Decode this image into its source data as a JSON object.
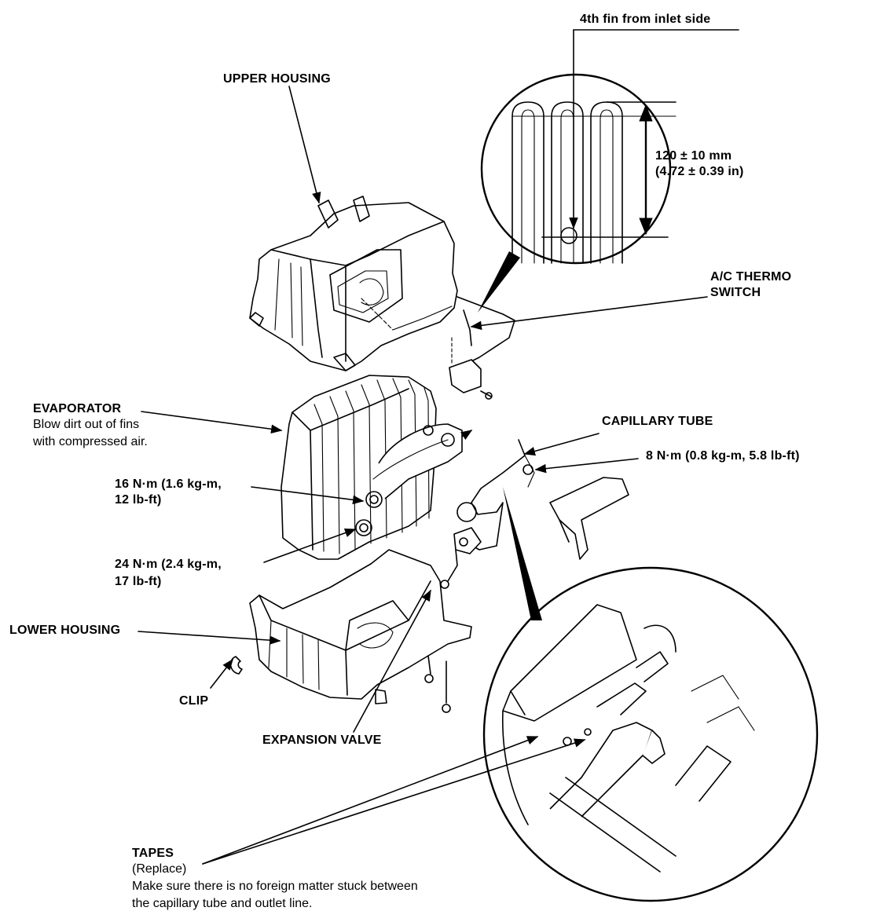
{
  "labels": {
    "fin_position": "4th fin from inlet side",
    "fin_distance_mm": "120 ± 10 mm",
    "fin_distance_in": "(4.72 ± 0.39 in)",
    "upper_housing": "UPPER HOUSING",
    "thermo_switch_1": "A/C THERMO",
    "thermo_switch_2": "SWITCH",
    "evaporator": "EVAPORATOR",
    "evaporator_note_1": "Blow dirt out of fins",
    "evaporator_note_2": "with compressed air.",
    "capillary_tube": "CAPILLARY TUBE",
    "torque_8": "8 N·m (0.8 kg-m, 5.8 lb-ft)",
    "torque_16_1": "16 N·m (1.6 kg-m,",
    "torque_16_2": "12 lb-ft)",
    "torque_24_1": "24 N·m (2.4 kg-m,",
    "torque_24_2": "17 lb-ft)",
    "lower_housing": "LOWER HOUSING",
    "clip": "CLIP",
    "expansion_valve": "EXPANSION VALVE",
    "tapes": "TAPES",
    "tapes_replace": "(Replace)",
    "tapes_note_1": "Make sure there is no foreign matter stuck between",
    "tapes_note_2": "the capillary tube and outlet line."
  },
  "colors": {
    "ink": "#000000",
    "paper": "#ffffff"
  }
}
